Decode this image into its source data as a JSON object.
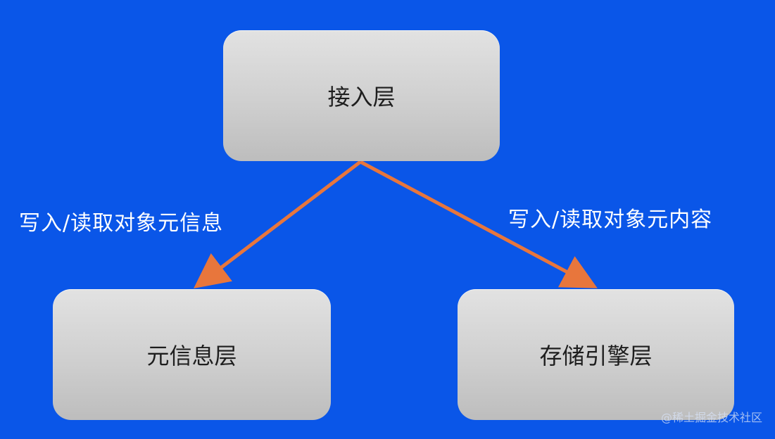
{
  "nodes": {
    "access": {
      "label": "接入层"
    },
    "meta": {
      "label": "元信息层"
    },
    "storage": {
      "label": "存储引擎层"
    }
  },
  "edges": {
    "to_meta": {
      "label": "写入/读取对象元信息"
    },
    "to_storage": {
      "label": "写入/读取对象元内容"
    }
  },
  "colors": {
    "background": "#0a56e8",
    "arrow": "#e8763c",
    "box": "#d0d0d0"
  },
  "watermark": "@稀土掘金技术社区"
}
